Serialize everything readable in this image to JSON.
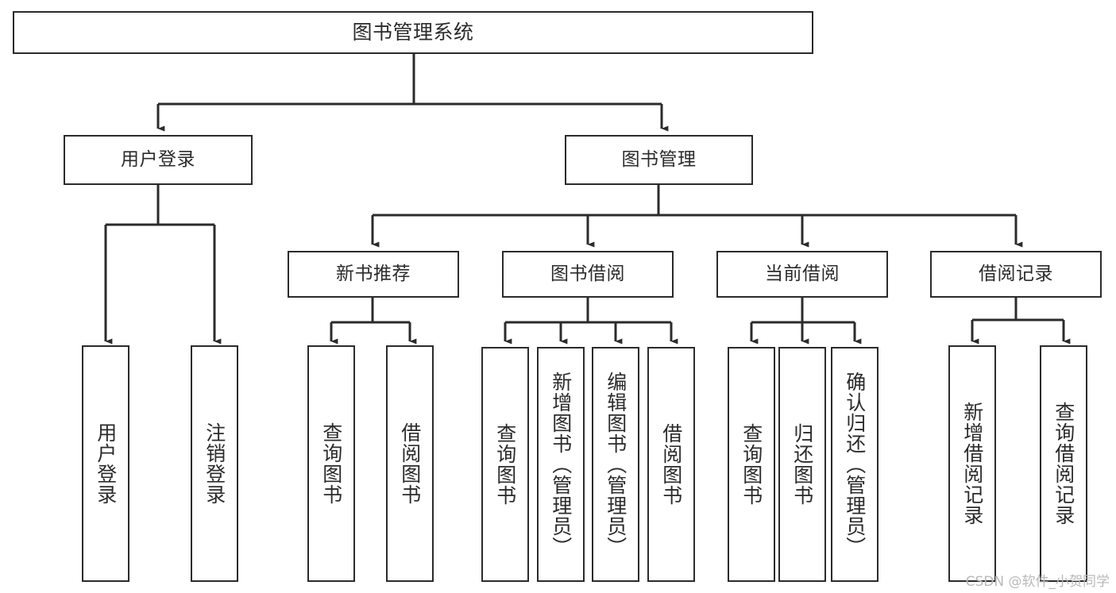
{
  "diagram": {
    "title": "图书管理系统",
    "type": "tree",
    "watermark": "CSDN @软件_小贺同学",
    "colors": {
      "stroke": "#2b2b2b",
      "fill": "#ffffff",
      "watermark": "#b9b9b9"
    },
    "nodes": {
      "root": {
        "label": "图书管理系统",
        "level": 0
      },
      "user_login": {
        "label": "用户登录",
        "level": 1
      },
      "book_manage": {
        "label": "图书管理",
        "level": 1
      },
      "new_book_rec": {
        "label": "新书推荐",
        "level": 2
      },
      "book_borrow": {
        "label": "图书借阅",
        "level": 2
      },
      "current_borrow": {
        "label": "当前借阅",
        "level": 2
      },
      "borrow_record": {
        "label": "借阅记录",
        "level": 2
      },
      "leaf_user_login": {
        "label": "用户登录",
        "level": 3
      },
      "leaf_logout": {
        "label": "注销登录",
        "level": 3
      },
      "leaf_query_book_1": {
        "label": "查询图书",
        "level": 3
      },
      "leaf_borrow_book_1": {
        "label": "借阅图书",
        "level": 3
      },
      "leaf_query_book_2": {
        "label": "查询图书",
        "level": 3
      },
      "leaf_add_book": {
        "label": "新增图书（管理员）",
        "level": 3
      },
      "leaf_edit_book": {
        "label": "编辑图书（管理员）",
        "level": 3
      },
      "leaf_borrow_book_2": {
        "label": "借阅图书",
        "level": 3
      },
      "leaf_query_book_3": {
        "label": "查询图书",
        "level": 3
      },
      "leaf_return_book": {
        "label": "归还图书",
        "level": 3
      },
      "leaf_confirm_return": {
        "label": "确认归还（管理员）",
        "level": 3
      },
      "leaf_add_record": {
        "label": "新增借阅记录",
        "level": 3
      },
      "leaf_query_record": {
        "label": "查询借阅记录",
        "level": 3
      }
    },
    "edges": [
      {
        "from": "root",
        "to": "user_login"
      },
      {
        "from": "root",
        "to": "book_manage"
      },
      {
        "from": "user_login",
        "to": "leaf_user_login"
      },
      {
        "from": "user_login",
        "to": "leaf_logout"
      },
      {
        "from": "book_manage",
        "to": "new_book_rec"
      },
      {
        "from": "book_manage",
        "to": "book_borrow"
      },
      {
        "from": "book_manage",
        "to": "current_borrow"
      },
      {
        "from": "book_manage",
        "to": "borrow_record"
      },
      {
        "from": "new_book_rec",
        "to": "leaf_query_book_1"
      },
      {
        "from": "new_book_rec",
        "to": "leaf_borrow_book_1"
      },
      {
        "from": "book_borrow",
        "to": "leaf_query_book_2"
      },
      {
        "from": "book_borrow",
        "to": "leaf_add_book"
      },
      {
        "from": "book_borrow",
        "to": "leaf_edit_book"
      },
      {
        "from": "book_borrow",
        "to": "leaf_borrow_book_2"
      },
      {
        "from": "current_borrow",
        "to": "leaf_query_book_3"
      },
      {
        "from": "current_borrow",
        "to": "leaf_return_book"
      },
      {
        "from": "current_borrow",
        "to": "leaf_confirm_return"
      },
      {
        "from": "borrow_record",
        "to": "leaf_add_record"
      },
      {
        "from": "borrow_record",
        "to": "leaf_query_record"
      }
    ]
  }
}
